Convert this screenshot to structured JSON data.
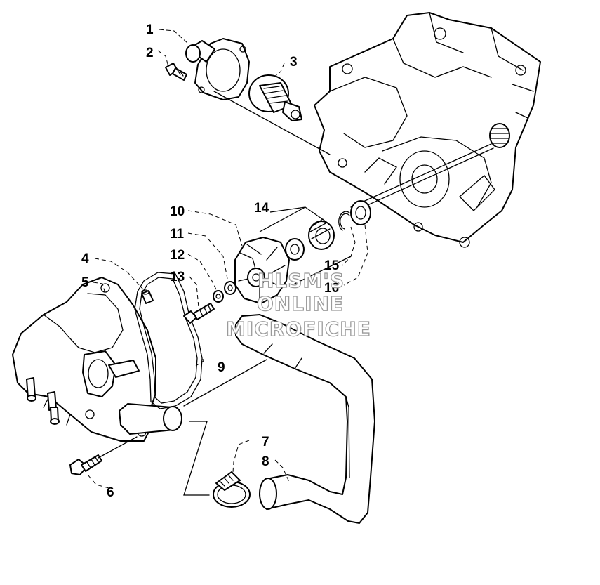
{
  "diagram": {
    "callouts": [
      {
        "id": "c1",
        "label": "1"
      },
      {
        "id": "c2",
        "label": "2"
      },
      {
        "id": "c3",
        "label": "3"
      },
      {
        "id": "c4",
        "label": "4"
      },
      {
        "id": "c5",
        "label": "5"
      },
      {
        "id": "c6",
        "label": "6"
      },
      {
        "id": "c7",
        "label": "7"
      },
      {
        "id": "c8",
        "label": "8"
      },
      {
        "id": "c9",
        "label": "9"
      },
      {
        "id": "c10",
        "label": "10"
      },
      {
        "id": "c11",
        "label": "11"
      },
      {
        "id": "c12",
        "label": "12"
      },
      {
        "id": "c13",
        "label": "13"
      },
      {
        "id": "c14",
        "label": "14"
      },
      {
        "id": "c15",
        "label": "15"
      },
      {
        "id": "c16",
        "label": "16"
      }
    ],
    "watermark": [
      "HLSM'S",
      "ONLINE",
      "MICROFICHE"
    ]
  }
}
